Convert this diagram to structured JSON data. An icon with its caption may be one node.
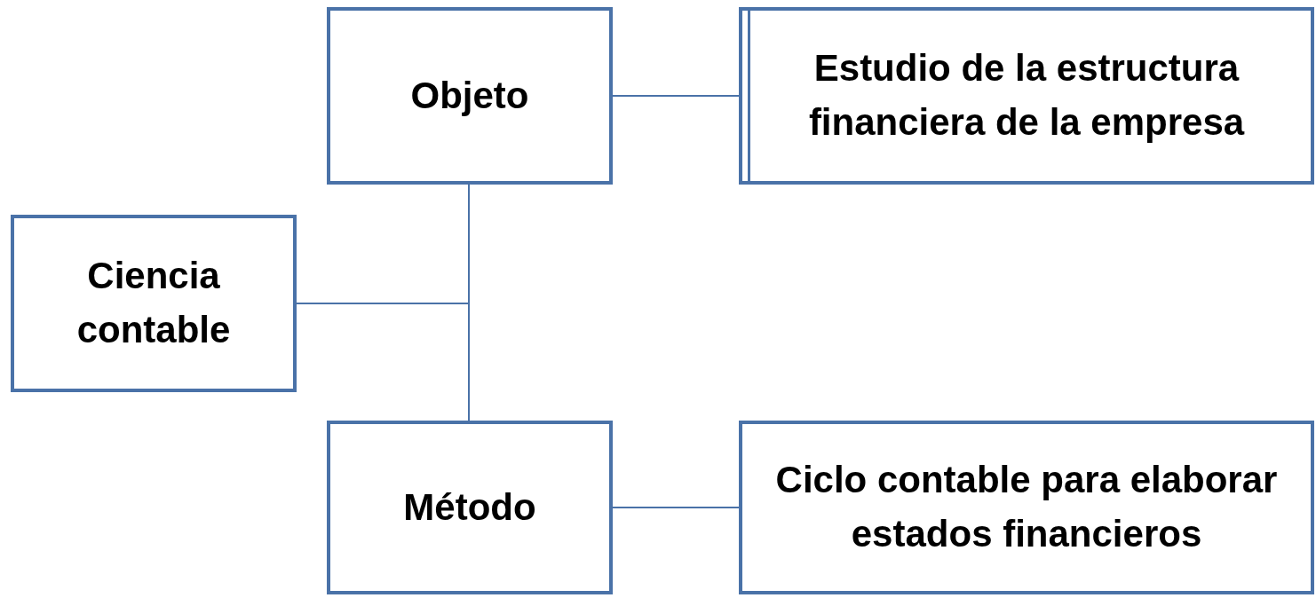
{
  "diagram": {
    "nodes": [
      {
        "text": [
          "Ciencia contable"
        ]
      },
      {
        "text": [
          "Objeto"
        ]
      },
      {
        "text": [
          "Método"
        ]
      },
      {
        "text": [
          "Estudio de la estructura financiera de la empresa"
        ]
      },
      {
        "text": [
          "Ciclo contable para elaborar estados financieros"
        ]
      }
    ],
    "edges": [
      {
        "from": 0,
        "to": 1,
        "arrow": "none"
      },
      {
        "from": 0,
        "to": 2,
        "arrow": "none"
      },
      {
        "from": 1,
        "to": 3,
        "arrow": "none"
      },
      {
        "from": 2,
        "to": 4,
        "arrow": "none"
      }
    ]
  }
}
